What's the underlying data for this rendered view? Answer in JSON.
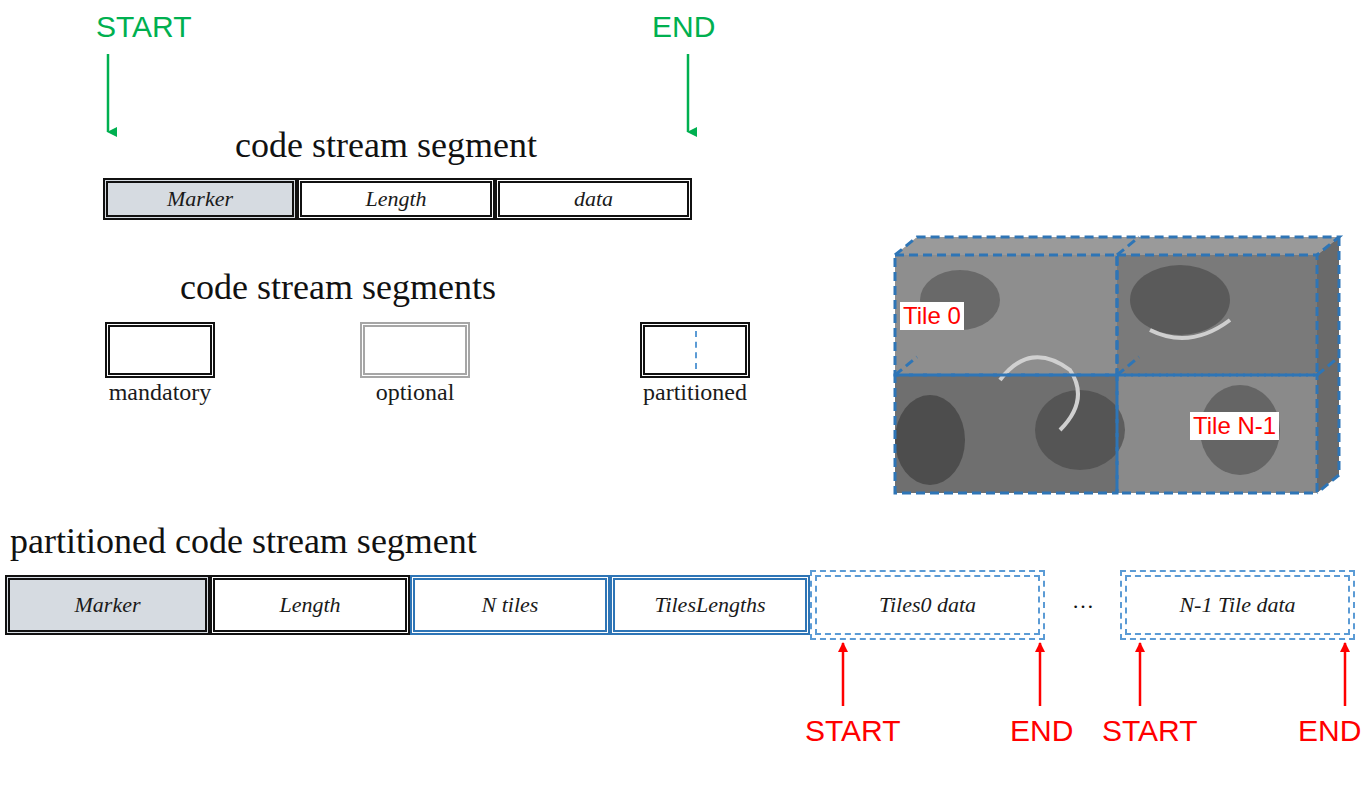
{
  "diagram": {
    "nodes": [
      {
        "text": [
          "Marker"
        ]
      },
      {
        "text": [
          "Length"
        ]
      },
      {
        "text": [
          "data"
        ]
      },
      {
        "text": [
          "mandatory"
        ]
      },
      {
        "text": [
          "optional"
        ]
      },
      {
        "text": [
          "partitioned"
        ]
      },
      {
        "text": [
          "Marker"
        ]
      },
      {
        "text": [
          "Length"
        ]
      },
      {
        "text": [
          "N tiles"
        ]
      },
      {
        "text": [
          "TilesLengths"
        ]
      },
      {
        "text": [
          "Tiles0 data"
        ]
      },
      {
        "text": [
          "N-1 Tile data"
        ]
      }
    ],
    "edges": [],
    "labels": [
      "START",
      "END",
      "code stream segment",
      "code stream segments",
      "Tile 0",
      "Tile N-1",
      "partitioned  code stream segment",
      "…",
      "START",
      "END",
      "START",
      "END"
    ]
  }
}
